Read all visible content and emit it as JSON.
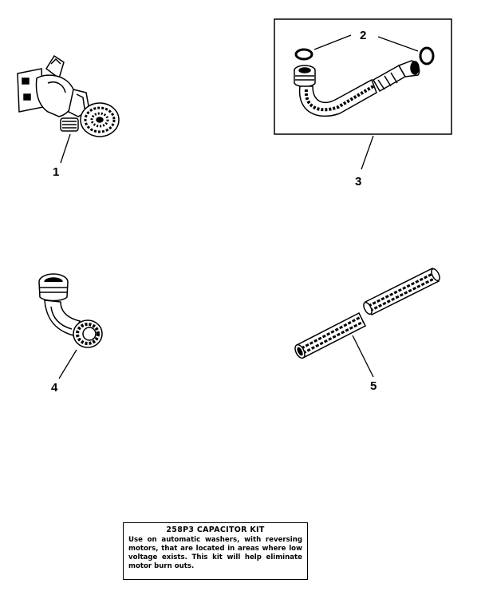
{
  "callouts": {
    "c1": "1",
    "c2": "2",
    "c3": "3",
    "c4": "4",
    "c5": "5"
  },
  "note": {
    "title": "258P3 CAPACITOR KIT",
    "text": "Use on automatic washers, with reversing motors, that are located in areas where low voltage exists. This kit will help eliminate motor burn outs."
  },
  "parts": [
    {
      "icon": "wye-connector-icon",
      "callout": "1"
    },
    {
      "icon": "o-ring-washer-icon",
      "callout": "2"
    },
    {
      "icon": "inlet-hose-kit-icon",
      "callout": "3"
    },
    {
      "icon": "elbow-fitting-icon",
      "callout": "4"
    },
    {
      "icon": "drain-hose-tube-icon",
      "callout": "5"
    }
  ]
}
